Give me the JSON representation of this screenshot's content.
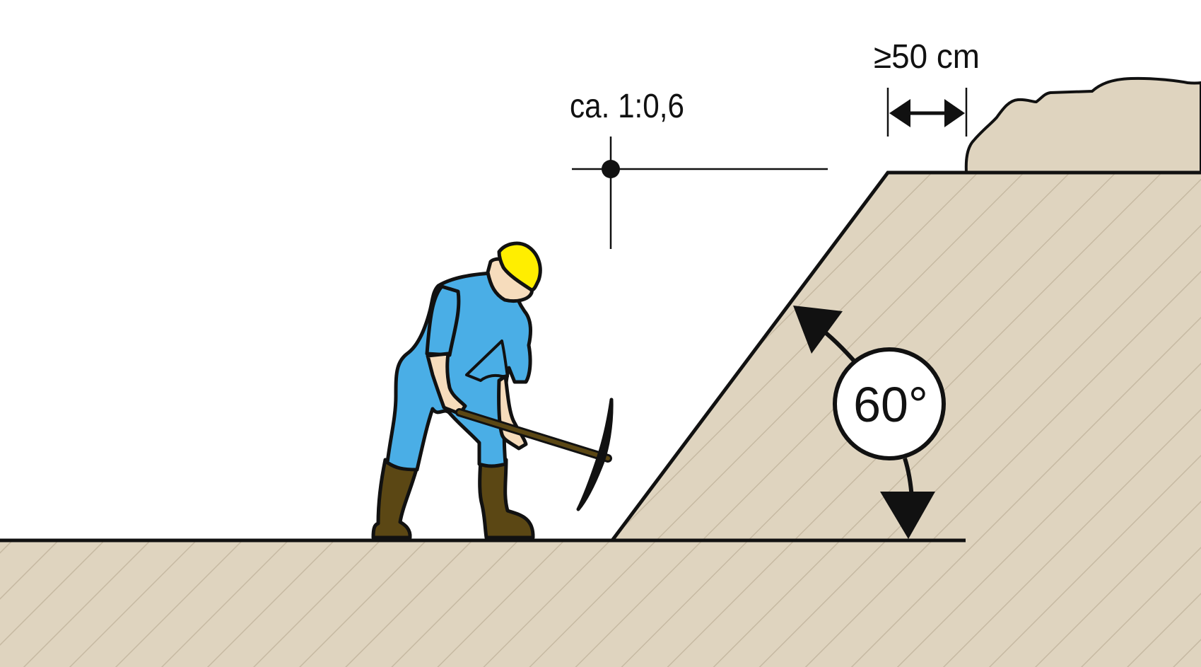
{
  "labels": {
    "slope_ratio": "ca. 1:0,6",
    "edge_distance": "≥50 cm",
    "angle": "60°"
  },
  "colors": {
    "soil": "#dfd4bf",
    "hatch": "#c6b9a2",
    "outline": "#111111",
    "overall": "#4aaee6",
    "helmet": "#ffee00",
    "skin": "#f6dcbc",
    "boots": "#5b4714",
    "pick_handle": "#5b4714"
  },
  "icons": {
    "worker": "worker-with-pickaxe-icon",
    "slope_marker": "crosshair-icon"
  }
}
